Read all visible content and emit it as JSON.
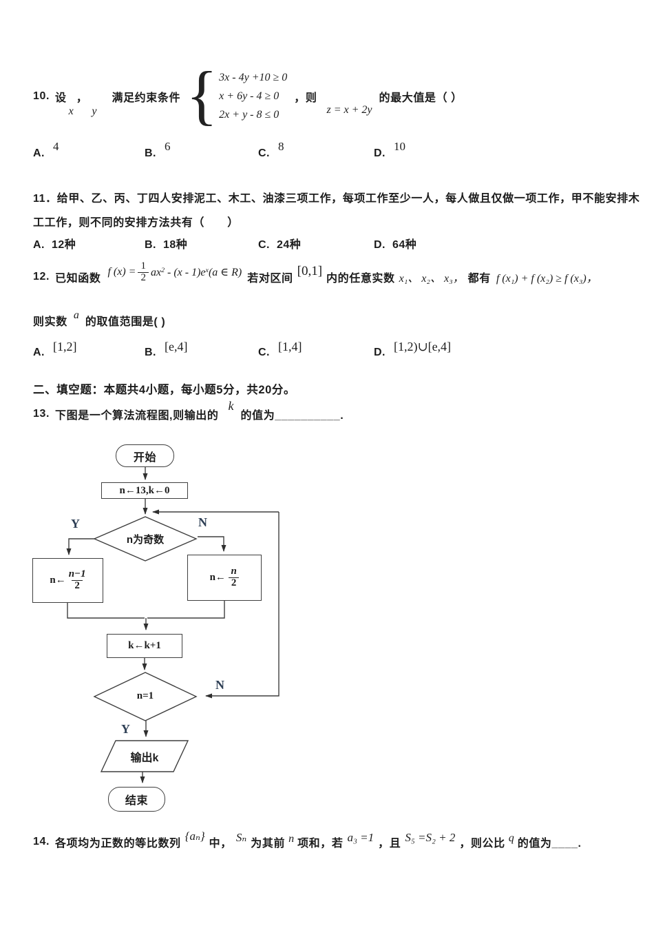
{
  "page": {
    "bg": "#ffffff",
    "ink": "#1c1c1c"
  },
  "q10": {
    "num": "10.",
    "she": "设",
    "var_x": "x",
    "comma": "，",
    "var_y": "y",
    "cond_label": "满足约束条件",
    "brace": "{",
    "constraints": [
      "3x - 4y +10 ≥ 0",
      "x + 6y - 4 ≥ 0",
      "2x + y - 8 ≤ 0"
    ],
    "then_label": "，则",
    "objective": "z = x + 2y",
    "tail": "的最大值是（  ）",
    "options": [
      {
        "label": "A.",
        "value": "4"
      },
      {
        "label": "B.",
        "value": "6"
      },
      {
        "label": "C.",
        "value": "8"
      },
      {
        "label": "D.",
        "value": "10"
      }
    ]
  },
  "q11": {
    "num": "11.",
    "line1": "11．给甲、乙、丙、丁四人安排泥工、木工、油漆三项工作，每项工作至少一人，每人做且仅做一项工作，甲不能安排木",
    "line2": "工工作，则不同的安排方法共有（　　）",
    "options": [
      {
        "label": "A.",
        "value": "12种"
      },
      {
        "label": "B.",
        "value": "18种"
      },
      {
        "label": "C.",
        "value": "24种"
      },
      {
        "label": "D.",
        "value": "64种"
      }
    ]
  },
  "q12": {
    "num": "12.",
    "intro": "已知函数",
    "f_lhs": "f (x) =",
    "frac_num": "1",
    "frac_den": "2",
    "m_ax": "ax",
    "m_sq": "2",
    "m_mid": " - (x - 1)e",
    "m_ex": "x",
    "m_dom": "(a ∈ R)",
    "c1": "若对区间",
    "interval": "[0,1]",
    "c2": "内的任意实数",
    "vars": "x₁、 x₂、 x₃，",
    "c3": "都有",
    "ineq": "f (x₁) + f (x₂) ≥ f (x₃)，",
    "line2_pre": "则实数",
    "line2_a": "a",
    "line2_post": "的取值范围是(    )",
    "options": [
      {
        "label": "A.",
        "value": "[1,2]"
      },
      {
        "label": "B.",
        "value": "[e,4]"
      },
      {
        "label": "C.",
        "value": "[1,4]"
      },
      {
        "label": "D.",
        "value": "[1,2)∪[e,4]"
      }
    ]
  },
  "section2": {
    "title": "二、填空题：本题共4小题，每小题5分，共20分。"
  },
  "q13": {
    "num": "13.",
    "t1": "下图是一个算法流程图,则输出的",
    "k": "k",
    "t2": "的值为__________."
  },
  "flowchart": {
    "start": "开始",
    "init": "n←13,k←0",
    "decision1": "n为奇数",
    "label_yes1": "Y",
    "label_no1": "N",
    "left_prefix": "n←",
    "left_num": "n−1",
    "left_den": "2",
    "right_prefix": "n←",
    "right_num": "n",
    "right_den": "2",
    "increment": "k←k+1",
    "decision2": "n=1",
    "label_yes2": "Y",
    "label_no2": "N",
    "output": "输出k",
    "end": "结束"
  },
  "q14": {
    "num": "14.",
    "t1": "各项均为正数的等比数列",
    "seq": "{aₙ}",
    "t2": "中，",
    "sn": "Sₙ",
    "t3": "为其前",
    "n": "n",
    "t4": "项和，若",
    "a3": "a₃ =1",
    "t5": "，且",
    "s5": "S₅ =S₂ + 2",
    "t6": "，则公比",
    "q": "q",
    "t7": "的值为____."
  }
}
